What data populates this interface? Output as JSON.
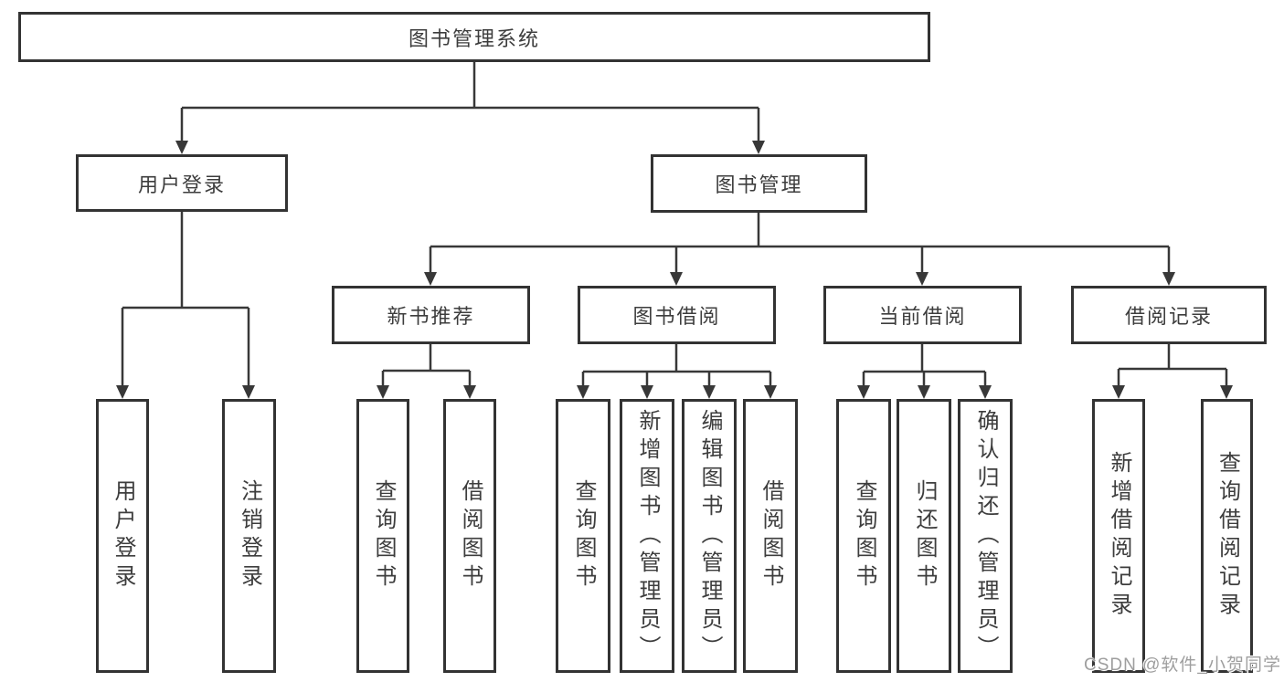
{
  "diagram": {
    "root": "图书管理系统",
    "level2": {
      "user_login": "用户登录",
      "book_mgmt": "图书管理"
    },
    "level3": {
      "new_books": "新书推荐",
      "borrow": "图书借阅",
      "current": "当前借阅",
      "records": "借阅记录"
    },
    "leaves": {
      "g1": [
        "用户登录",
        "注销登录"
      ],
      "g2": [
        "查询图书",
        "借阅图书"
      ],
      "g3": [
        "查询图书",
        "新增图书（管理员）",
        "编辑图书（管理员）",
        "借阅图书"
      ],
      "g4": [
        "查询图书",
        "归还图书",
        "确认归还（管理员）"
      ],
      "g5": [
        "新增借阅记录",
        "查询借阅记录"
      ]
    }
  },
  "watermark": "CSDN @软件_小贺同学",
  "colors": {
    "line": "#383838",
    "box_border": "#333333",
    "text": "#3d3d3d",
    "watermark": "#9e9e9e",
    "background": "#ffffff"
  }
}
